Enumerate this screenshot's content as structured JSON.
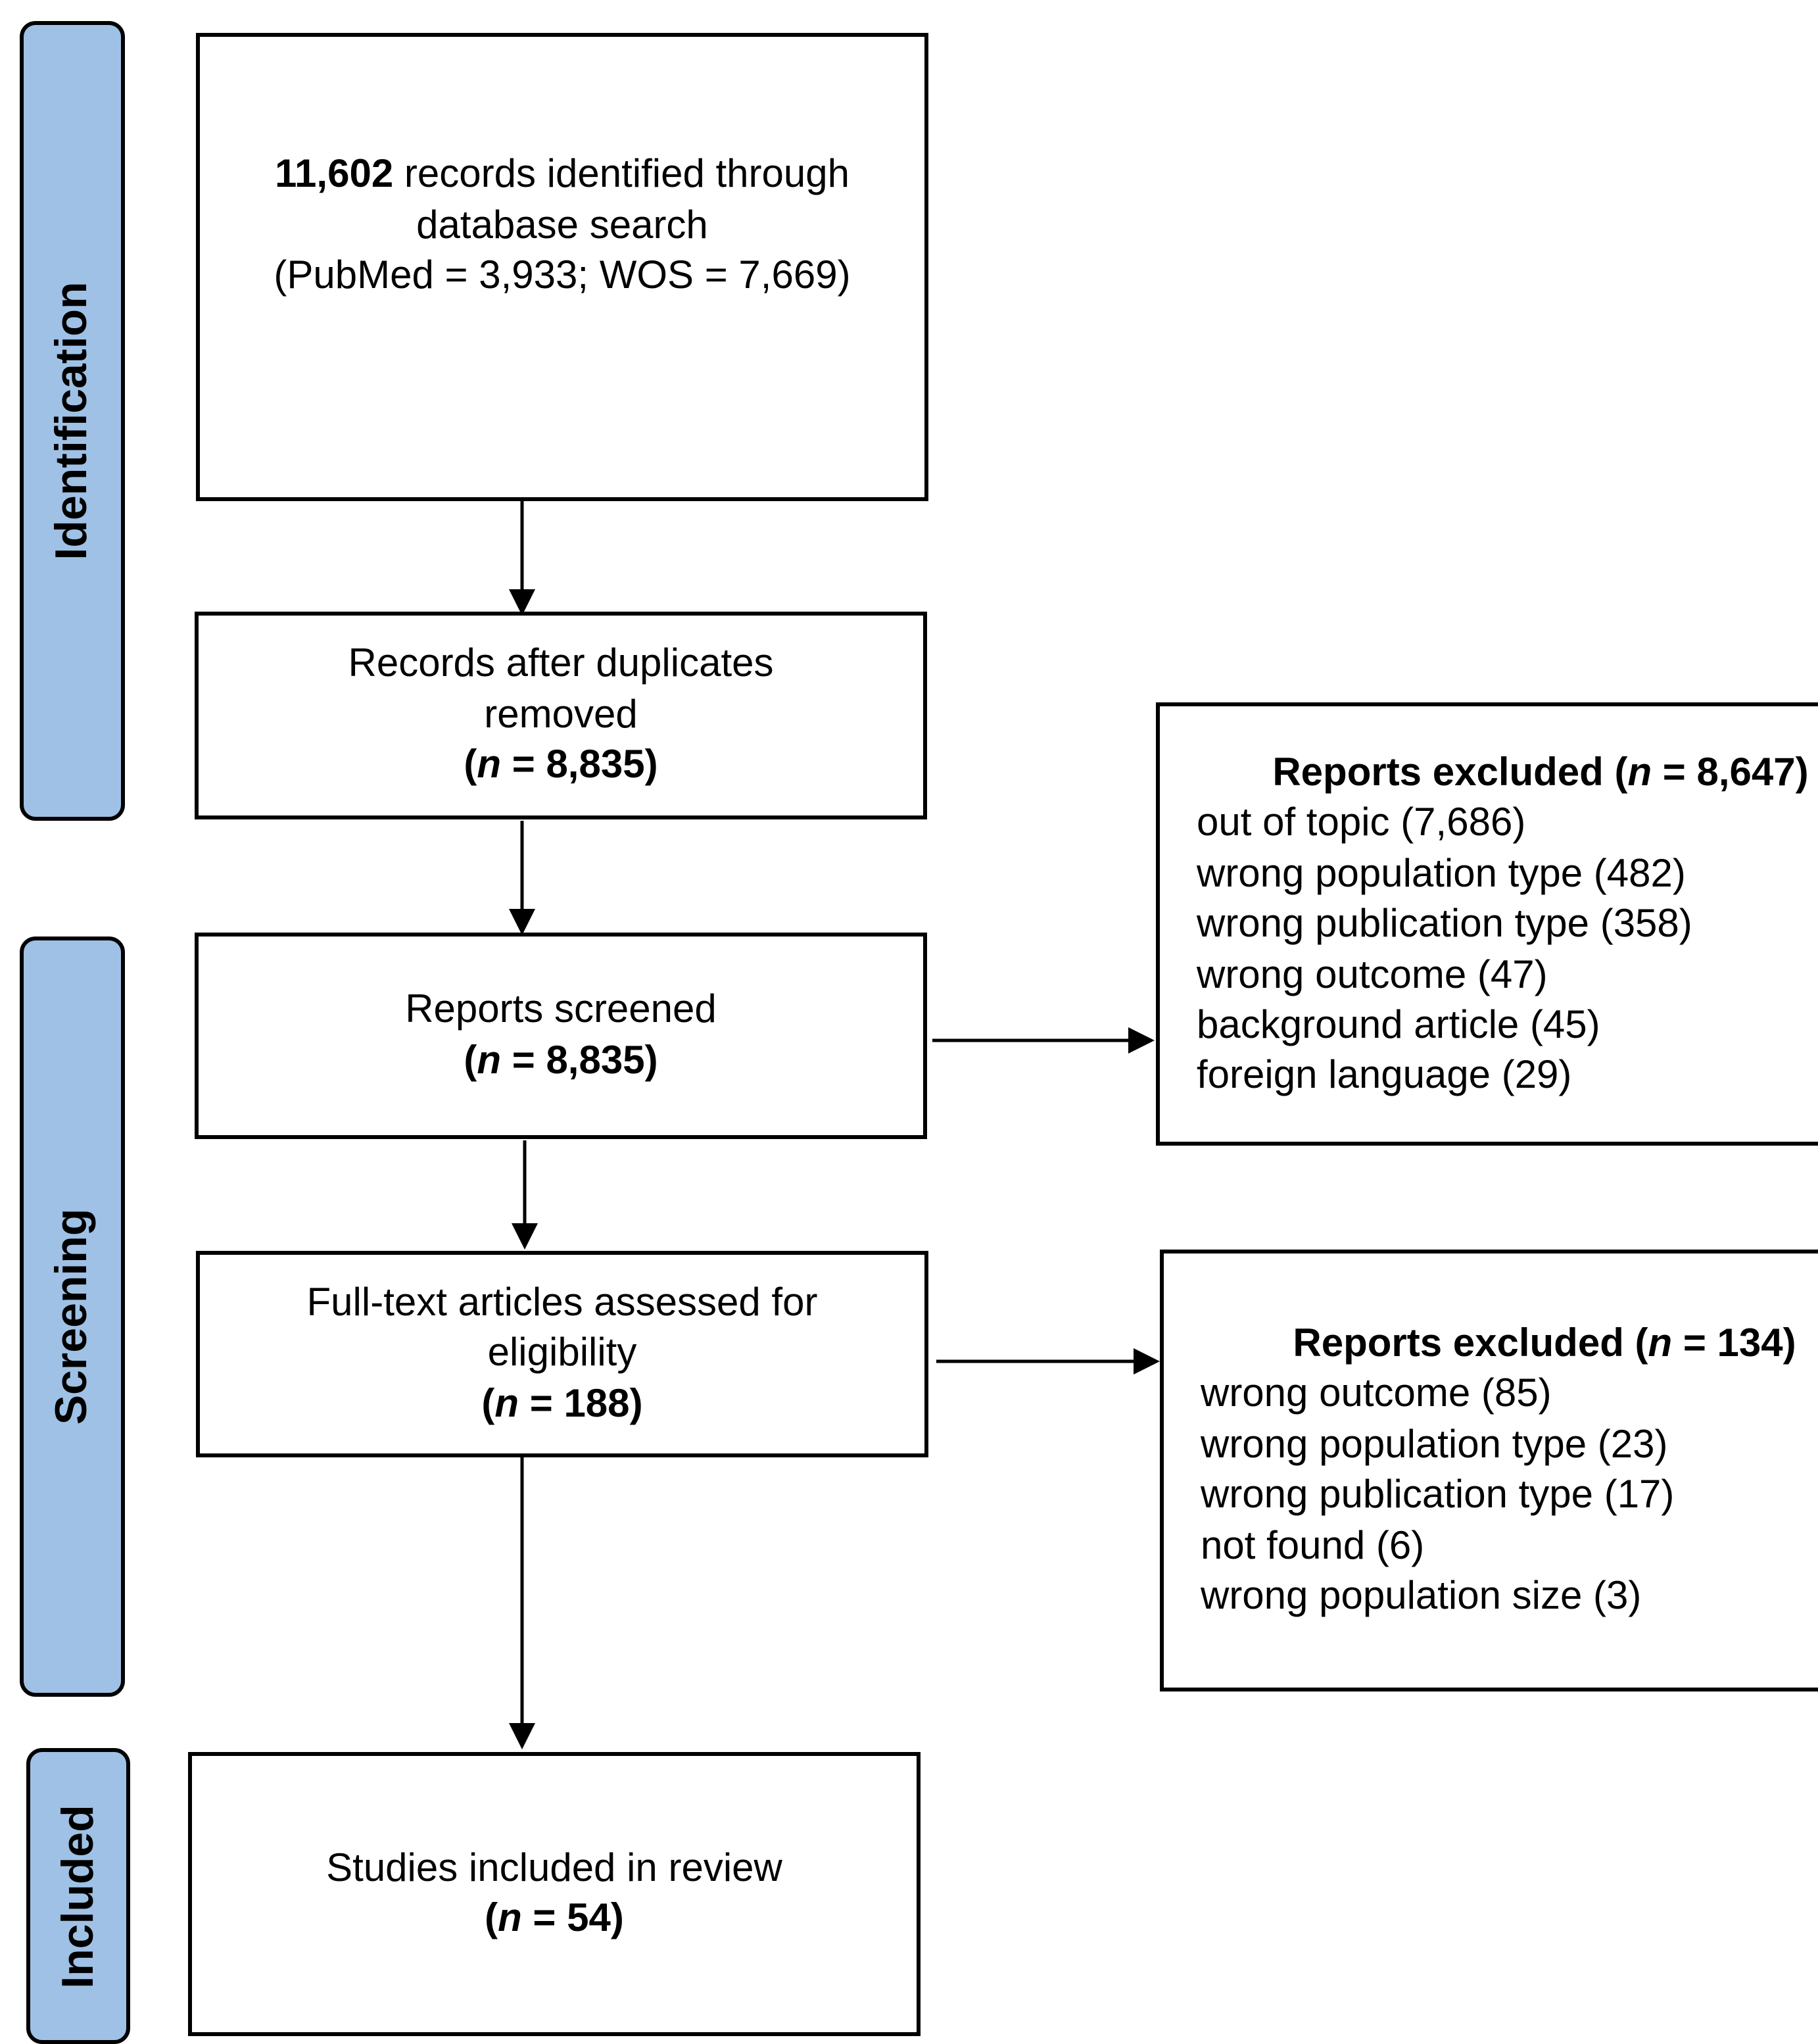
{
  "phases": {
    "identification": "Identification",
    "screening": "Screening",
    "included": "Included"
  },
  "identified": {
    "count": "11,602",
    "text_1": "records identified through",
    "text_2": "database search",
    "text_3": "(PubMed = 3,933; WOS = 7,669)"
  },
  "after_duplicates": {
    "text_1": "Records after duplicates",
    "text_2": "removed",
    "n_label": "n",
    "n_value": " = 8,835"
  },
  "screened": {
    "text_1": "Reports screened",
    "n_label": "n",
    "n_value": " = 8,835"
  },
  "fulltext": {
    "text_1": "Full-text articles assessed for",
    "text_2": "eligibility",
    "n_label": "n",
    "n_value": " = 188"
  },
  "included": {
    "text_1": "Studies included in review",
    "n_label": "n",
    "n_value": " = 54"
  },
  "excluded_1": {
    "title": "Reports excluded (",
    "n_label": "n",
    "n_value": " = 8,647)",
    "reasons": [
      "out of topic (7,686)",
      "wrong population type (482)",
      "wrong publication type (358)",
      "wrong outcome (47)",
      "background article (45)",
      "foreign language (29)"
    ]
  },
  "excluded_2": {
    "title": "Reports excluded (",
    "n_label": "n",
    "n_value": " = 134)",
    "reasons": [
      "wrong outcome (85)",
      "wrong population type (23)",
      "wrong publication type (17)",
      "not found (6)",
      "wrong population size (3)"
    ]
  }
}
